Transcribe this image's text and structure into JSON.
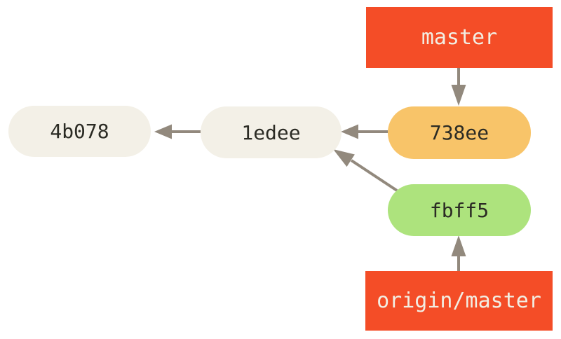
{
  "diagram": {
    "type": "git-commit-graph",
    "colors": {
      "background": "#ffffff",
      "branch_label_bg": "#F44D27",
      "branch_label_text": "#F2EEE3",
      "commit_text": "#2B2B24",
      "commit_default_bg": "#F3F0E7",
      "commit_head_bg": "#F8C469",
      "commit_remote_bg": "#ADE37D",
      "arrow": "#92897D"
    },
    "branches": [
      {
        "id": "master",
        "label": "master",
        "points_to": "738ee"
      },
      {
        "id": "origin-master",
        "label": "origin/master",
        "points_to": "fbff5"
      }
    ],
    "commits": [
      {
        "id": "4b078",
        "label": "4b078",
        "parent": null
      },
      {
        "id": "1edee",
        "label": "1edee",
        "parent": "4b078"
      },
      {
        "id": "738ee",
        "label": "738ee",
        "parent": "1edee"
      },
      {
        "id": "fbff5",
        "label": "fbff5",
        "parent": "1edee"
      }
    ]
  }
}
